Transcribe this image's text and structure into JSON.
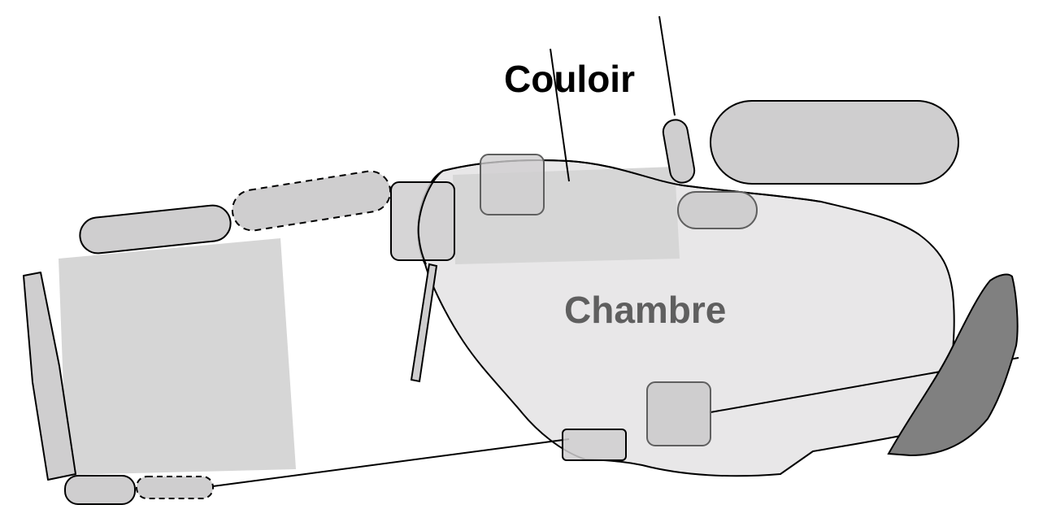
{
  "diagram": {
    "type": "floor-plan-sketch",
    "labels": {
      "corridor": "Couloir",
      "room": "Chambre"
    },
    "colors": {
      "background": "#ffffff",
      "room_fill": "#e8e7e8",
      "zone_fill": "#d6d6d6",
      "object_fill": "#cfcecf",
      "dark_object_fill": "#808080",
      "stroke": "#000000",
      "inner_stroke": "#5f5f5f",
      "room_label_color": "#5f5f5f",
      "corridor_label_color": "#000000"
    }
  }
}
